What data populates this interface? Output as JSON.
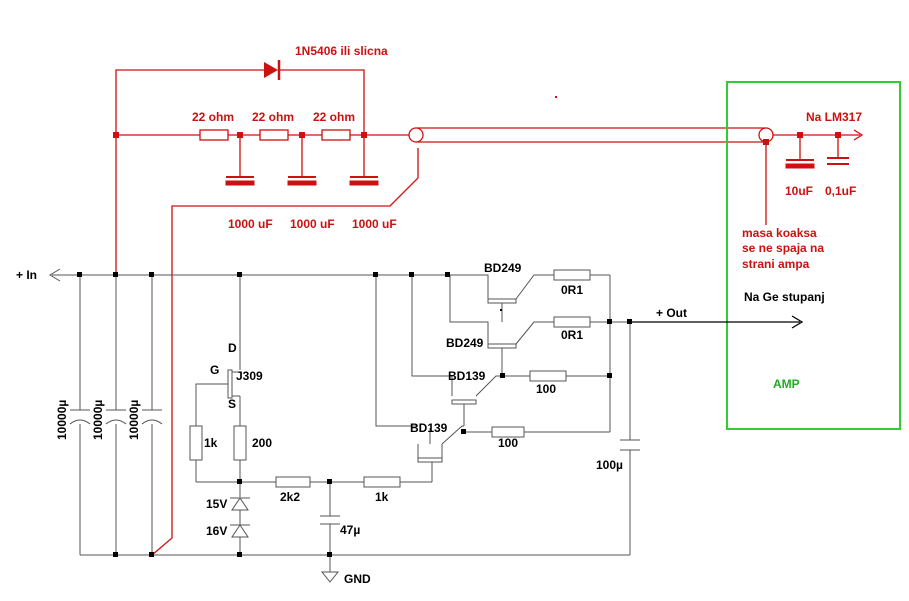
{
  "colors": {
    "black": "#555555",
    "red": "#cc1111",
    "green": "#33cc33",
    "text_black": "#000000"
  },
  "labels": {
    "diode": "1N5406 ili slicna",
    "r1": "22 ohm",
    "r2": "22 ohm",
    "r3": "22 ohm",
    "c1": "1000 uF",
    "c2": "1000 uF",
    "c3": "1000 uF",
    "lm317": "Na LM317",
    "c_10uf": "10uF",
    "c_01uf": "0,1uF",
    "note_line1": "masa koaksa",
    "note_line2": "se ne spaja na",
    "note_line3": "strani ampa",
    "ge_stupanj": "Na Ge stupanj",
    "amp": "AMP",
    "in": "+ In",
    "out": "+ Out",
    "bd249_top": "BD249",
    "bd249_mid": "BD249",
    "bd139_upper": "BD139",
    "bd139_lower": "BD139",
    "r_0r1_top": "0R1",
    "r_0r1_mid": "0R1",
    "r_100_upper": "100",
    "r_100_lower": "100",
    "c_100u": "100µ",
    "j309": "J309",
    "pin_d": "D",
    "pin_g": "G",
    "pin_s": "S",
    "r_1k_left": "1k",
    "r_200": "200",
    "r_2k2": "2k2",
    "r_1k_mid": "1k",
    "z_15v": "15V",
    "z_16v": "16V",
    "c_47u": "47µ",
    "gnd": "GND",
    "cap_big1": "10000µ",
    "cap_big2": "10000µ",
    "cap_big3": "10000µ"
  }
}
